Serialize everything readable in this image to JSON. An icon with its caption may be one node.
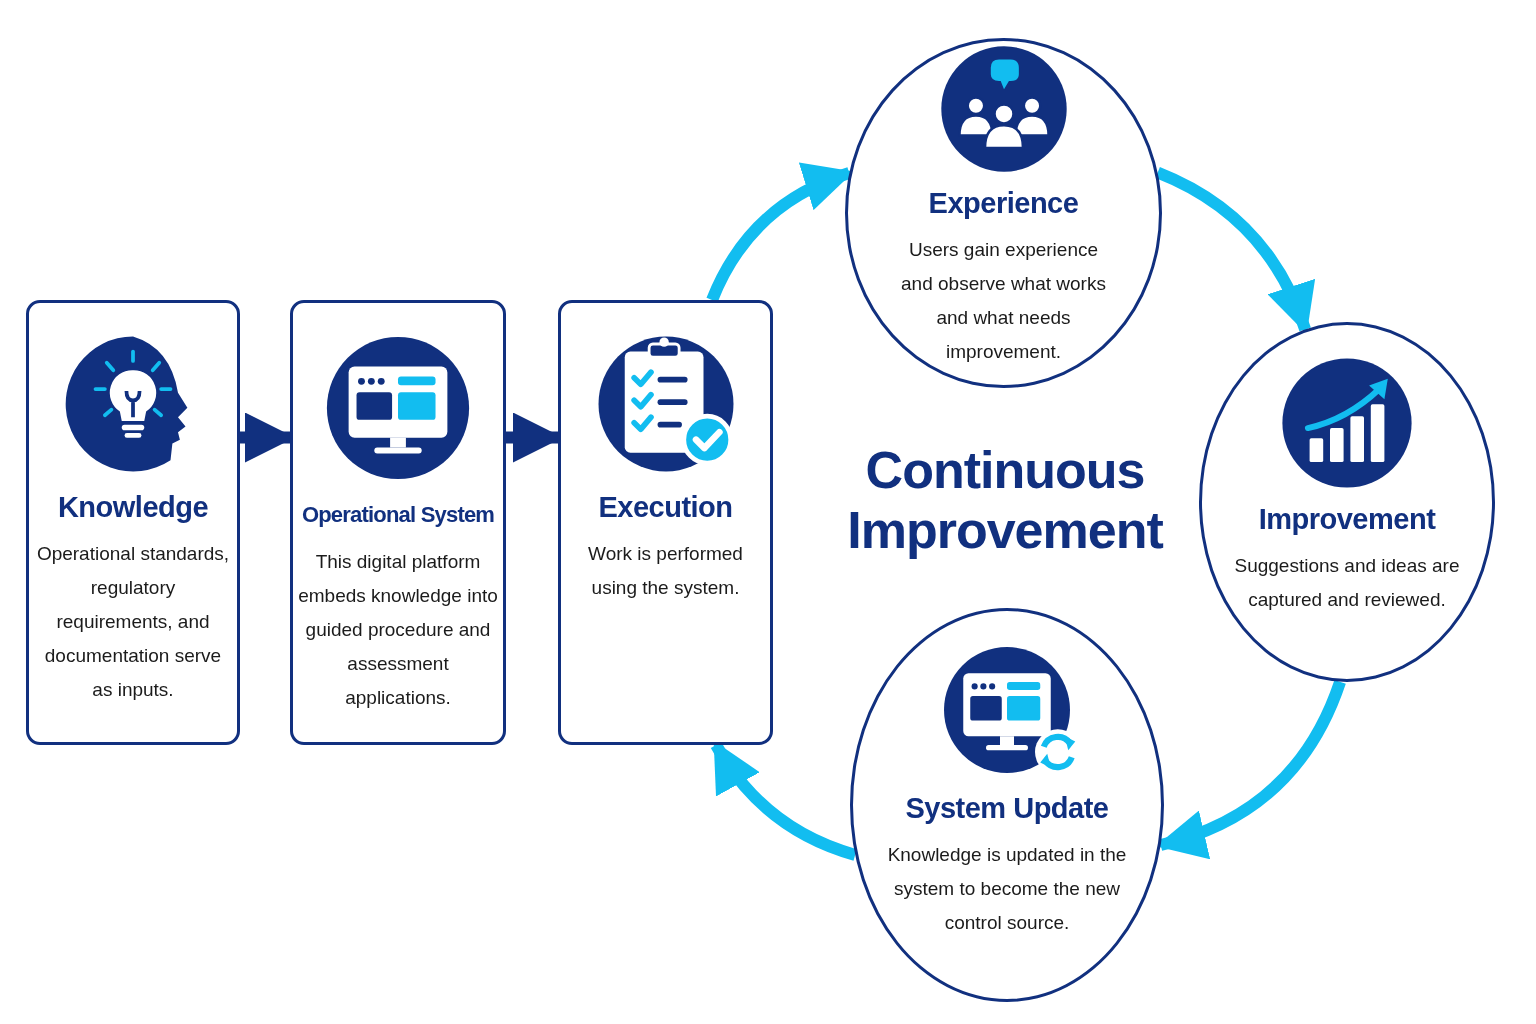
{
  "diagram": {
    "title": "Continuous Improvement",
    "nodes": [
      {
        "text": [
          "Knowledge",
          "Operational standards, regulatory requirements, and documentation serve as inputs."
        ]
      },
      {
        "text": [
          "Operational System",
          "This digital platform embeds knowledge into guided procedure and assessment applications."
        ]
      },
      {
        "text": [
          "Execution",
          "Work is performed using the system."
        ]
      },
      {
        "text": [
          "Experience",
          "Users gain experience and observe what works and what needs improvement."
        ]
      },
      {
        "text": [
          "Improvement",
          "Suggestions and ideas are captured and reviewed."
        ]
      },
      {
        "text": [
          "System Update",
          "Knowledge is updated in the system to become the new control source."
        ]
      }
    ],
    "edges": [
      {
        "from": 0,
        "to": 1,
        "arrow": "to",
        "color": "#11307f"
      },
      {
        "from": 1,
        "to": 2,
        "arrow": "to",
        "color": "#11307f"
      },
      {
        "from": 2,
        "to": 3,
        "arrow": "to"
      },
      {
        "from": 3,
        "to": 4,
        "arrow": "to"
      },
      {
        "from": 4,
        "to": 5,
        "arrow": "to"
      },
      {
        "from": 5,
        "to": 2,
        "arrow": "to"
      }
    ]
  }
}
